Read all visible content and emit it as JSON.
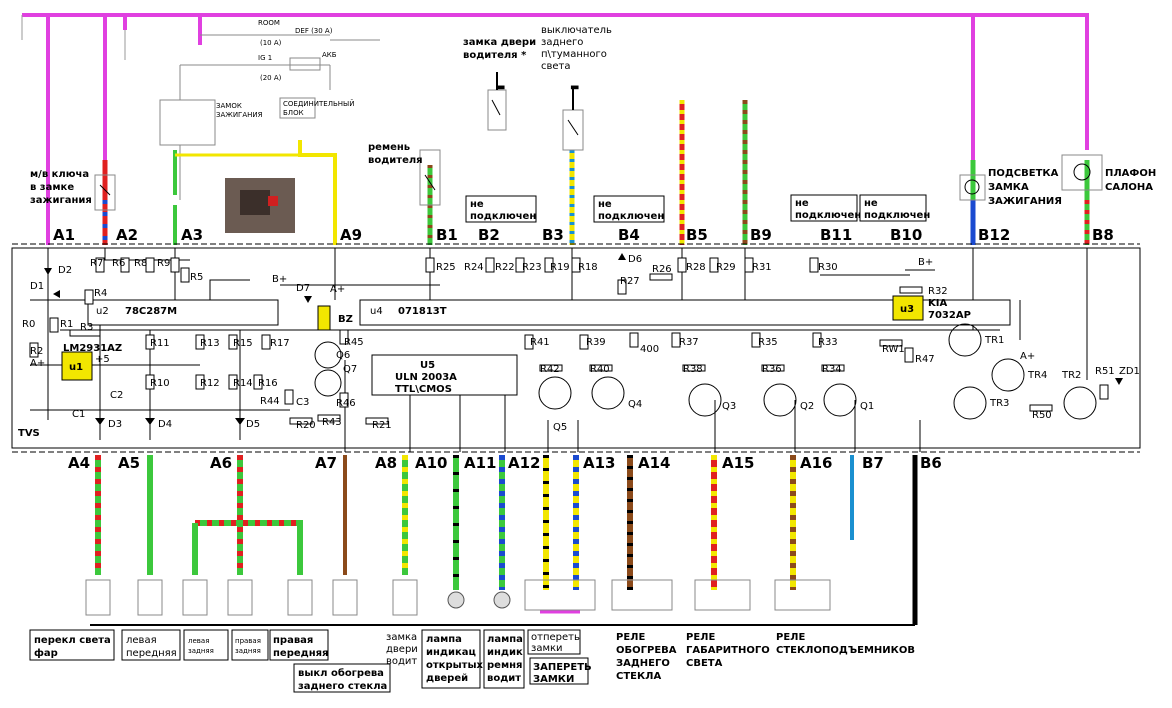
{
  "pins_top": [
    {
      "id": "top-a1",
      "text": "A1"
    },
    {
      "id": "top-a2",
      "text": "A2"
    },
    {
      "id": "top-a3",
      "text": "A3"
    },
    {
      "id": "top-a9",
      "text": "A9"
    },
    {
      "id": "top-b1",
      "text": "B1"
    },
    {
      "id": "top-b2",
      "text": "B2"
    },
    {
      "id": "top-b3",
      "text": "B3"
    },
    {
      "id": "top-b4",
      "text": "B4"
    },
    {
      "id": "top-b5",
      "text": "B5"
    },
    {
      "id": "top-b9",
      "text": "B9"
    },
    {
      "id": "top-b11",
      "text": "B11"
    },
    {
      "id": "top-b10",
      "text": "B10"
    },
    {
      "id": "top-b12",
      "text": "B12"
    },
    {
      "id": "top-b8",
      "text": "B8"
    }
  ],
  "pins_bottom": [
    {
      "id": "bot-a4",
      "text": "A4"
    },
    {
      "id": "bot-a5",
      "text": "A5"
    },
    {
      "id": "bot-a6",
      "text": "A6"
    },
    {
      "id": "bot-a7",
      "text": "A7"
    },
    {
      "id": "bot-a8",
      "text": "A8"
    },
    {
      "id": "bot-a10",
      "text": "A10"
    },
    {
      "id": "bot-a11",
      "text": "A11"
    },
    {
      "id": "bot-a12",
      "text": "A12"
    },
    {
      "id": "bot-a13",
      "text": "A13"
    },
    {
      "id": "bot-a14",
      "text": "A14"
    },
    {
      "id": "bot-a15",
      "text": "A15"
    },
    {
      "id": "bot-a16",
      "text": "A16"
    },
    {
      "id": "bot-b7",
      "text": "B7"
    },
    {
      "id": "bot-b6",
      "text": "B6"
    }
  ],
  "top_labels": {
    "key_switch": [
      "м/в ключа",
      "в замке",
      "зажигания"
    ],
    "belt": [
      "ремень",
      "водителя"
    ],
    "door_lock": [
      "замка двери",
      "водителя *"
    ],
    "rear_fog": [
      "выключатель",
      "заднего",
      "п\\туманного",
      "света"
    ],
    "not_connected": [
      "не",
      "подключен"
    ],
    "lock_light": [
      "ПОДСВЕТКА",
      "ЗАМКА",
      "ЗАЖИГАНИЯ"
    ],
    "cabin_lamp": [
      "ПЛАФОН",
      "САЛОНА"
    ],
    "ignition_lock": [
      "ЗАМОК",
      "ЗАЖИГАНИЯ"
    ],
    "connector_block": [
      "СОЕДИНИТЕЛЬНЫЙ",
      "БЛОК"
    ],
    "fuse_room": [
      "ROOM",
      "(10 A)"
    ],
    "fuse_def": "DEF (30 A)",
    "fuse_ig1": [
      "IG 1",
      "(20 A)"
    ],
    "battery": "АКБ"
  },
  "bottom_labels": {
    "headlight_switch": [
      "перекл света",
      "фар"
    ],
    "front_left": [
      "левая",
      "передняя"
    ],
    "rear_left": [
      "левая",
      "задняя"
    ],
    "rear_right": [
      "правая",
      "задняя"
    ],
    "front_right": [
      "правая",
      "передняя"
    ],
    "rear_heat": [
      "выкл обогрева",
      "заднего стекла"
    ],
    "driver_door": [
      "замка",
      "двери",
      "водит"
    ],
    "door_lamp": [
      "лампа",
      "индикац",
      "открытых",
      "дверей"
    ],
    "belt_lamp": [
      "лампа",
      "индик",
      "ремня",
      "водит"
    ],
    "unlock": [
      "отпереть",
      "замки"
    ],
    "lock": [
      "ЗАПЕРЕТЬ",
      "ЗАМКИ"
    ],
    "relay_heat": [
      "РЕЛЕ",
      "ОБОГРЕВА",
      "ЗАДНЕГО",
      "СТЕКЛА"
    ],
    "relay_dim": [
      "РЕЛЕ",
      "ГАБАРИТНОГО",
      "СВЕТА"
    ],
    "relay_window": [
      "РЕЛЕ",
      "СТЕКЛОПОДЪЕМНИКОВ"
    ]
  },
  "chips": {
    "u1": "u1",
    "u2": "78C287M",
    "u2_tag": "u2",
    "u3": "u3",
    "u3_part": [
      "KIA",
      "7032AP"
    ],
    "u4": "071813T",
    "u4_tag": "u4",
    "u5": [
      "U5",
      "ULN 2003A",
      "TTL\\CMOS"
    ],
    "regulator": [
      "LM2931AZ",
      "+5"
    ],
    "tvs": "TVS",
    "bz": "BZ"
  },
  "resistors": {
    "r0": "R0",
    "r1": "R1",
    "r2": "R2",
    "r3": "R3",
    "r4": "R4",
    "r5": "R5",
    "r6": "R6",
    "r7": "R7",
    "r8": "R8",
    "r9": "R9",
    "r10": "R10",
    "r11": "R11",
    "r12": "R12",
    "r13": "R13",
    "r14": "R14",
    "r15": "R15",
    "r16": "R16",
    "r17": "R17",
    "r18": "R18",
    "r19": "R19",
    "r20": "R20",
    "r21": "R21",
    "r22": "R22",
    "r23": "R23",
    "r24": "R24",
    "r25": "R25",
    "r26": "R26",
    "r27": "R27",
    "r28": "R28",
    "r29": "R29",
    "r30": "R30",
    "r31": "R31",
    "r32": "R32",
    "r33": "R33",
    "r34": "R34",
    "r35": "R35",
    "r36": "R36",
    "r37": "R37",
    "r38": "R38",
    "r39": "R39",
    "r40": "R40",
    "r41": "R41",
    "r42": "R42",
    "r43": "R43",
    "r44": "R44",
    "r45": "R45",
    "r46": "R46",
    "r47": "R47",
    "r50": "R50",
    "r51": "R51",
    "rw1": "RW1",
    "r400": "400"
  },
  "semis": {
    "d1": "D1",
    "d2": "D2",
    "d3": "D3",
    "d4": "D4",
    "d5": "D5",
    "d6": "D6",
    "d7": "D7",
    "zd1": "ZD1",
    "q1": "Q1",
    "q2": "Q2",
    "q3": "Q3",
    "q4": "Q4",
    "q5": "Q5",
    "q6": "Q6",
    "q7": "Q7",
    "tr1": "TR1",
    "tr2": "TR2",
    "tr3": "TR3",
    "tr4": "TR4",
    "c1": "C1",
    "c2": "C2",
    "c3": "C3",
    "aplus": "A+",
    "bplus": "B+"
  },
  "wire_colors": {
    "pink": "#e040e0",
    "yellow": "#f2e600",
    "green": "#3cc83c",
    "red": "#e02020",
    "brown": "#8b4a1a",
    "blue": "#1a4ad0",
    "black": "#000000",
    "lightblue": "#1a90d0",
    "grey": "#999999"
  }
}
